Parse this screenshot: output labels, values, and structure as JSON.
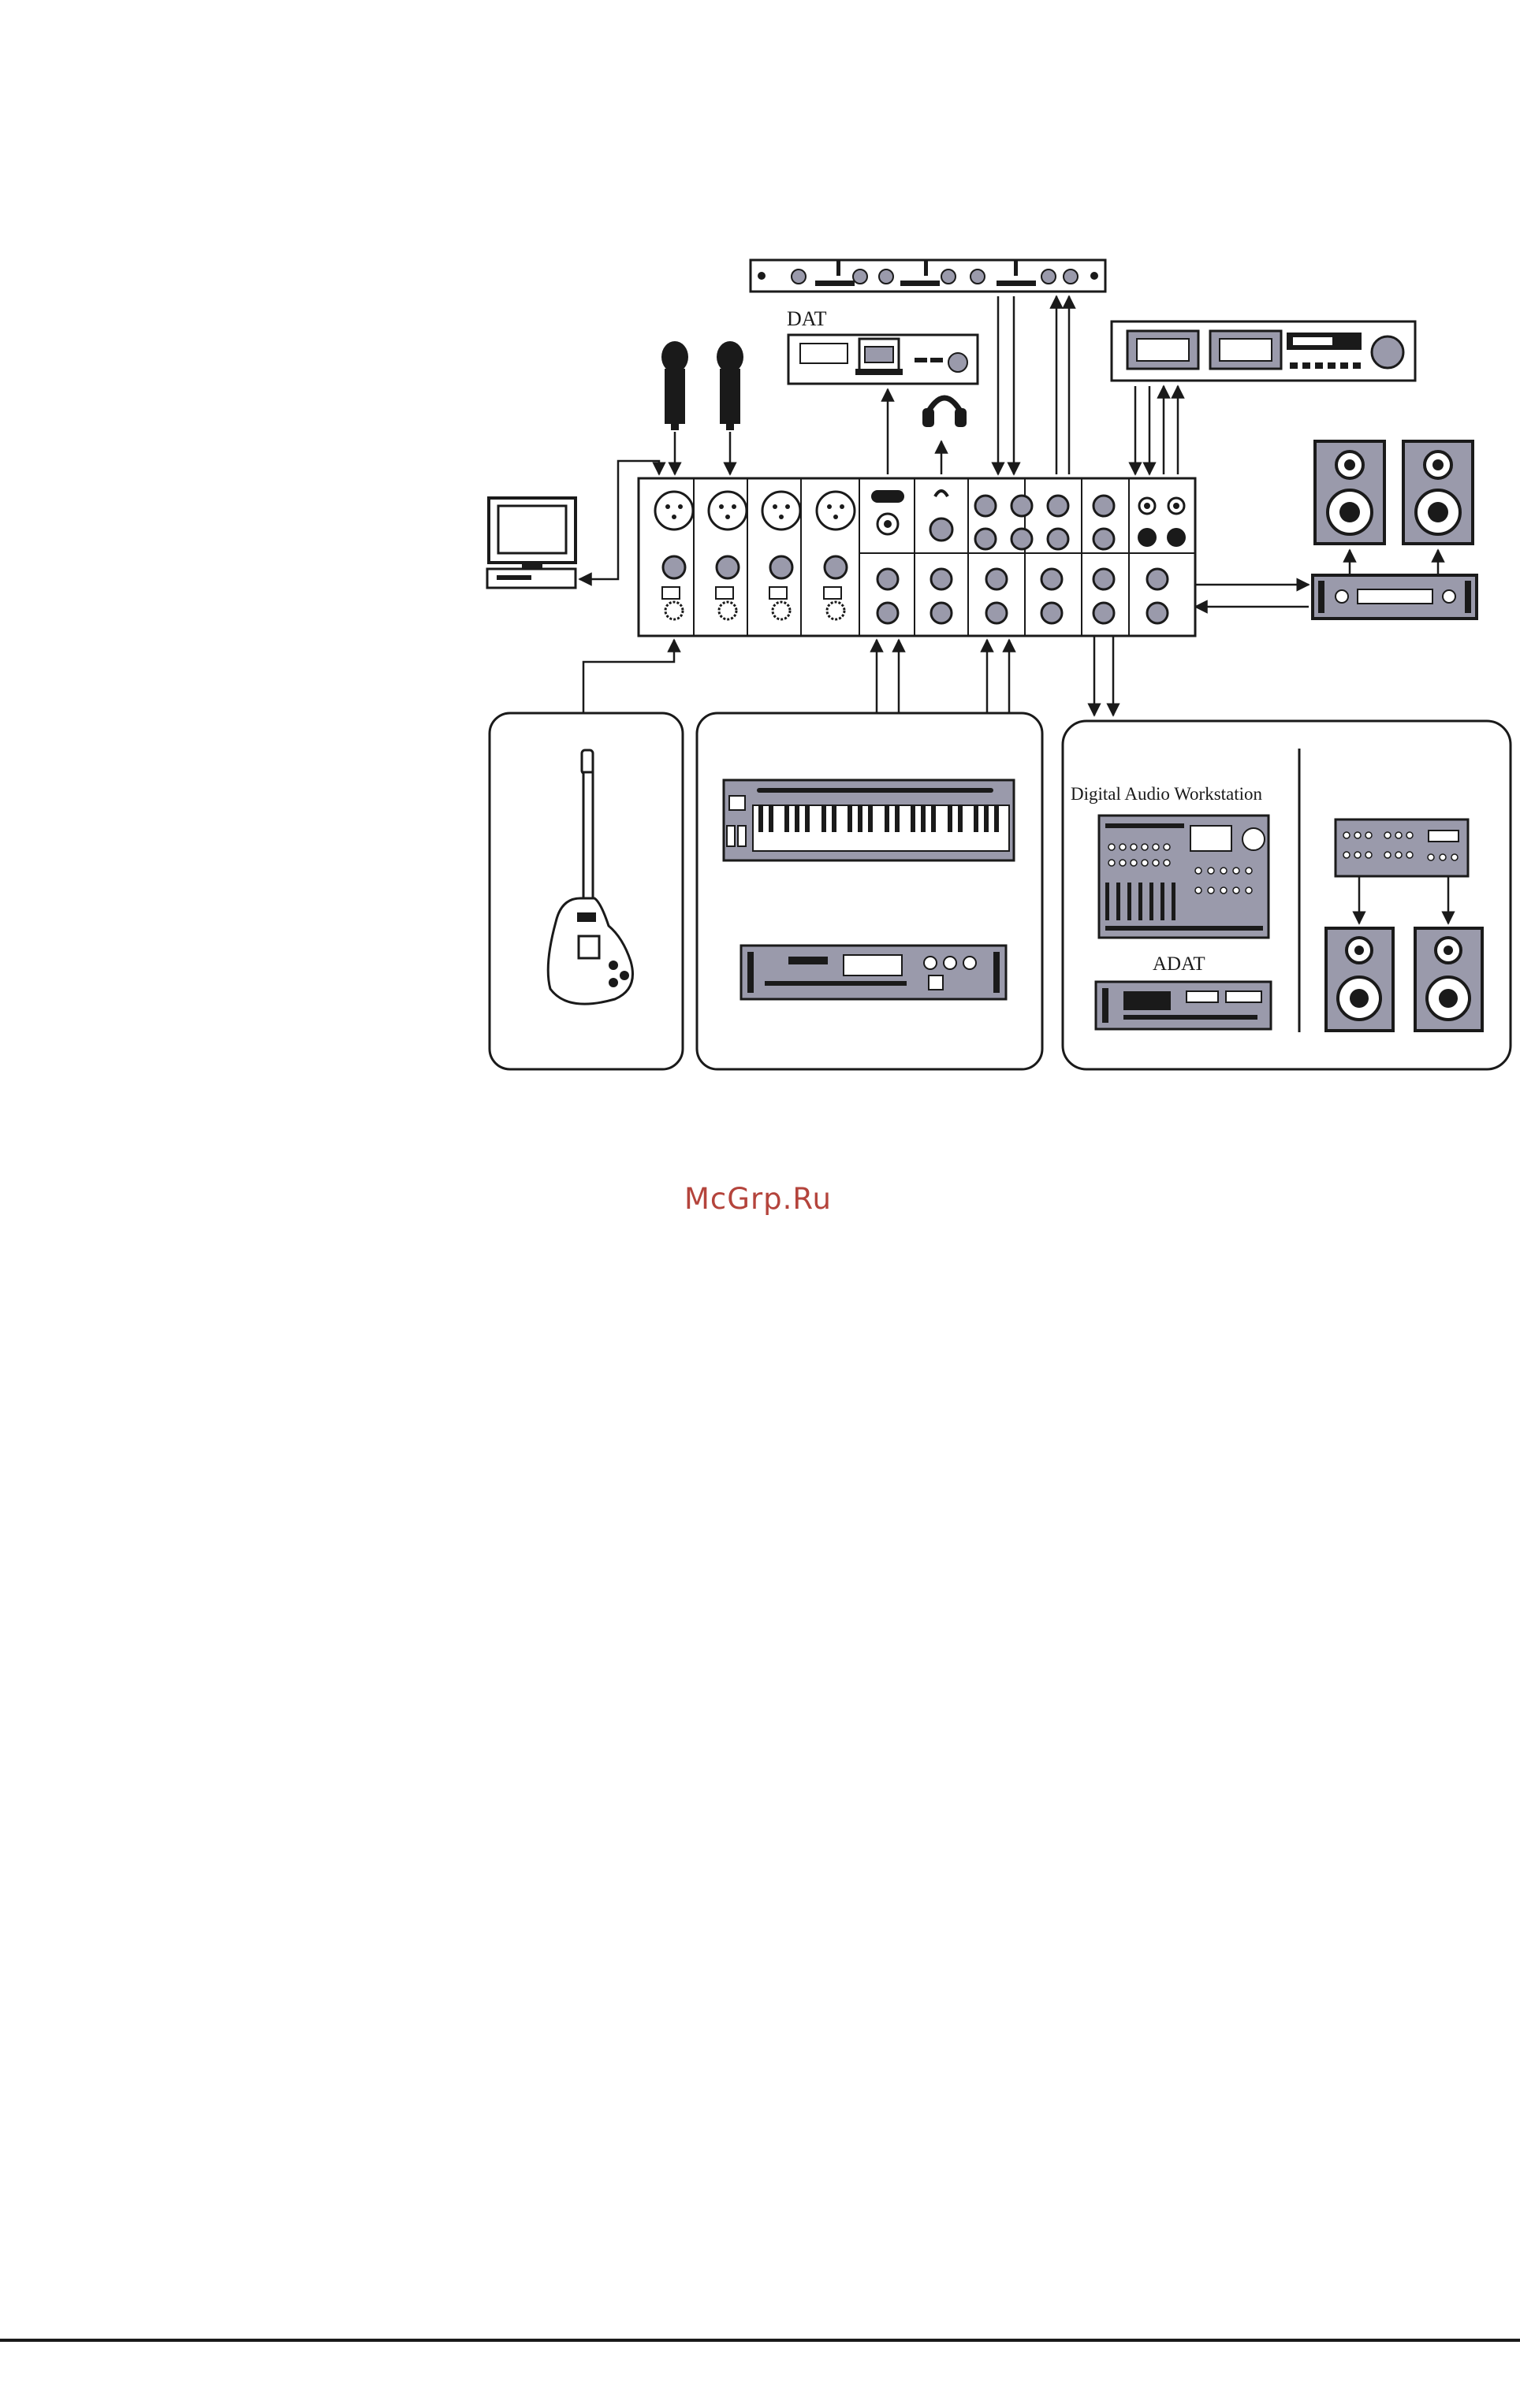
{
  "labels": {
    "dat": "DAT",
    "daw": "Digital Audio Workstation",
    "adat": "ADAT"
  },
  "watermark": "McGrp.Ru",
  "colors": {
    "line": "#1a1a1a",
    "device_fill": "#9a9aab",
    "device_dark": "#2a2a35",
    "watermark": "#b4443c"
  }
}
